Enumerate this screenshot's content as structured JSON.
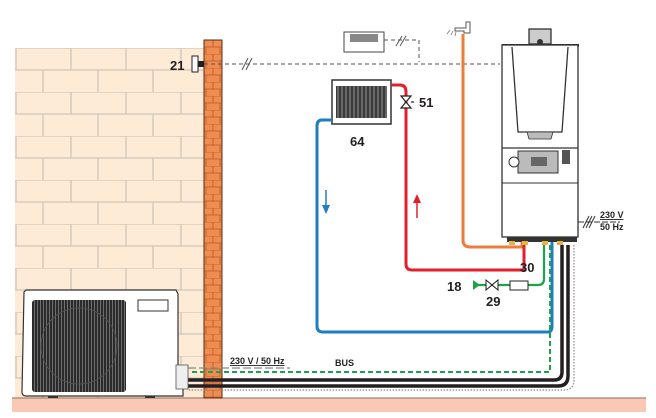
{
  "diagram": {
    "title": "Heat pump hybrid installation schematic",
    "labels": {
      "room_sensor": "21",
      "radiator": "64",
      "valve": "51",
      "gas_supply": "18",
      "gas_valve": "29",
      "connection": "30"
    },
    "power": {
      "boiler_voltage": "230 V",
      "boiler_frequency": "50 Hz",
      "outdoor_supply": "230 V / 50 Hz",
      "bus": "BUS"
    },
    "colors": {
      "flow": "#e2202b",
      "return": "#1f7dc0",
      "hot_water": "#ee7d3b",
      "gas": "#1fa34a",
      "wall": "#f08c4f",
      "brick_bg": "#fdebd5",
      "ground": "#fbc9b3"
    }
  }
}
